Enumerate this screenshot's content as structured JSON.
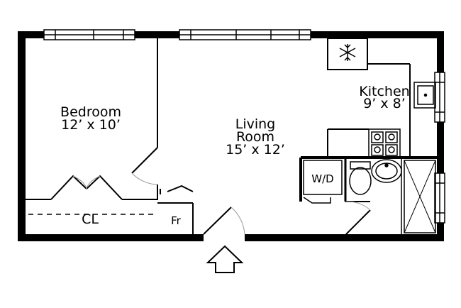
{
  "floor_plan": {
    "rooms": {
      "bedroom": {
        "name": "Bedroom",
        "size": "12’ x 10’"
      },
      "living_room": {
        "name_line1": "Living",
        "name_line2": "Room",
        "size": "15’ x 12’"
      },
      "kitchen": {
        "name": "Kitchen",
        "size": "9’ x 8’"
      }
    },
    "labels": {
      "closet": "CL",
      "fridge_closet": "Fr",
      "washer_dryer": "W/D"
    },
    "icons": {
      "refrigerator": "snowflake-icon",
      "entry": "entry-arrow-icon"
    }
  }
}
